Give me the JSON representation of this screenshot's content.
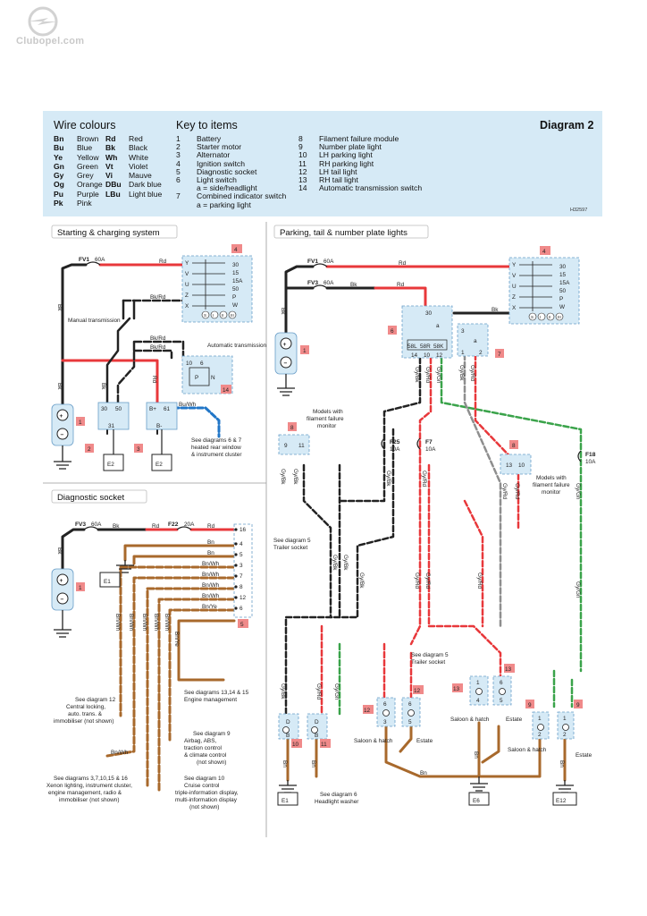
{
  "logo": {
    "text": "Clubopel.com"
  },
  "header": {
    "wire_colours_title": "Wire colours",
    "key_title": "Key to items",
    "diagram_label": "Diagram 2",
    "ref_code": "H32597",
    "wire_colours_col1": [
      {
        "code": "Bn",
        "name": "Brown"
      },
      {
        "code": "Bu",
        "name": "Blue"
      },
      {
        "code": "Ye",
        "name": "Yellow"
      },
      {
        "code": "Gn",
        "name": "Green"
      },
      {
        "code": "Gy",
        "name": "Grey"
      },
      {
        "code": "Og",
        "name": "Orange"
      },
      {
        "code": "Pu",
        "name": "Purple"
      },
      {
        "code": "Pk",
        "name": "Pink"
      }
    ],
    "wire_colours_col2": [
      {
        "code": "Rd",
        "name": "Red"
      },
      {
        "code": "Bk",
        "name": "Black"
      },
      {
        "code": "Wh",
        "name": "White"
      },
      {
        "code": "Vt",
        "name": "Violet"
      },
      {
        "code": "Vi",
        "name": "Mauve"
      },
      {
        "code": "DBu",
        "name": "Dark blue"
      },
      {
        "code": "LBu",
        "name": "Light blue"
      }
    ],
    "key_col1": [
      {
        "num": "1",
        "text": "Battery"
      },
      {
        "num": "2",
        "text": "Starter motor"
      },
      {
        "num": "3",
        "text": "Alternator"
      },
      {
        "num": "4",
        "text": "Ignition switch"
      },
      {
        "num": "5",
        "text": "Diagnostic socket"
      },
      {
        "num": "6",
        "text": "Light switch"
      },
      {
        "num": "",
        "text": "a = side/headlight"
      },
      {
        "num": "7",
        "text": "Combined indicator switch"
      },
      {
        "num": "",
        "text": "a = parking light"
      }
    ],
    "key_col2": [
      {
        "num": "8",
        "text": "Filament failure module"
      },
      {
        "num": "9",
        "text": "Number plate light"
      },
      {
        "num": "10",
        "text": "LH parking light"
      },
      {
        "num": "11",
        "text": "RH parking light"
      },
      {
        "num": "12",
        "text": "LH tail light"
      },
      {
        "num": "13",
        "text": "RH tail light"
      },
      {
        "num": "14",
        "text": "Automatic transmission switch"
      }
    ]
  },
  "sections": {
    "starting": "Starting & charging system",
    "diagnostic": "Diagnostic socket",
    "parking": "Parking, tail & number plate lights"
  },
  "labels": {
    "fv1": "FV1",
    "fv1_rating": "60A",
    "fv3": "FV3",
    "fv3_rating": "60A",
    "f22": "F22",
    "f22_rating": "20A",
    "f25": "F25",
    "f25_rating": "10A",
    "f7": "F7",
    "f7_rating": "10A",
    "f18": "F18",
    "f18_rating": "10A",
    "rd": "Rd",
    "bk": "Bk",
    "bk_rd": "Bk/Rd",
    "bu_wh": "Bu/Wh",
    "bn": "Bn",
    "bn_wh": "Bn/Wh",
    "bn_ye": "Bn/Ye",
    "gy_bk": "Gy/Bk",
    "gy_rd": "Gy/Rd",
    "gy_gn": "Gy/Gn",
    "manual_trans": "Manual transmission",
    "auto_trans": "Automatic transmission",
    "e1": "E1",
    "e2": "E2",
    "e6": "E6",
    "e12": "E12",
    "ign_terms": [
      "30",
      "15",
      "15A",
      "50",
      "P",
      "W"
    ],
    "ign_inputs": [
      "Y",
      "V",
      "U",
      "Z",
      "X"
    ],
    "ign_positions": [
      "S",
      "I",
      "II",
      "III"
    ],
    "starter_terms": [
      "30",
      "50",
      "31"
    ],
    "alt_terms": [
      "B+",
      "61",
      "B-"
    ],
    "auto_sw_terms": [
      "10",
      "6",
      "P",
      "N"
    ],
    "socket_pins": [
      "16",
      "4",
      "5",
      "3",
      "7",
      "8",
      "12",
      "6"
    ],
    "light_sw_terms": [
      "30",
      "a",
      "58L",
      "58R",
      "58K",
      "14",
      "10",
      "12"
    ],
    "ind_sw_terms": [
      "3",
      "a",
      "1",
      "2"
    ],
    "ffm_terms_left": [
      "9",
      "11"
    ],
    "ffm_terms_right": [
      "13",
      "10"
    ],
    "models_ffm": "Models with filament failure monitor",
    "see_diag_67": "See diagrams 6 & 7 heated rear window & instrument cluster",
    "see_diag_5_trailer": "See diagram 5 Trailer socket",
    "see_diag_12": "See diagram 12 Central locking, auto. trans. & immobiliser (not shown)",
    "see_diag_13": "See diagrams 13,14 & 15 Engine management",
    "see_diag_9": "See diagram 9 Airbag, ABS, traction control & climate control (not shown)",
    "see_diag_3": "See diagrams 3,7,10,15 & 16 Xenon lighting, instrument cluster, engine management, radio & immobiliser (not shown)",
    "see_diag_10": "See diagram 10 Cruise control triple-information display, multi-information display (not shown)",
    "see_diag_6": "See diagram 6 Headlight washer",
    "saloon_hatch": "Saloon & hatch",
    "estate": "Estate",
    "item_numbers": [
      "1",
      "2",
      "3",
      "4",
      "5",
      "6",
      "7",
      "8",
      "9",
      "10",
      "11",
      "12",
      "13",
      "14"
    ]
  },
  "colors": {
    "red": "#e8383b",
    "black": "#222222",
    "brown": "#a8692c",
    "blue": "#2176c7",
    "grey": "#8e8e8e",
    "green": "#3aa34a",
    "header_bg": "#d6eaf6",
    "item_badge": "#f08a8a"
  }
}
